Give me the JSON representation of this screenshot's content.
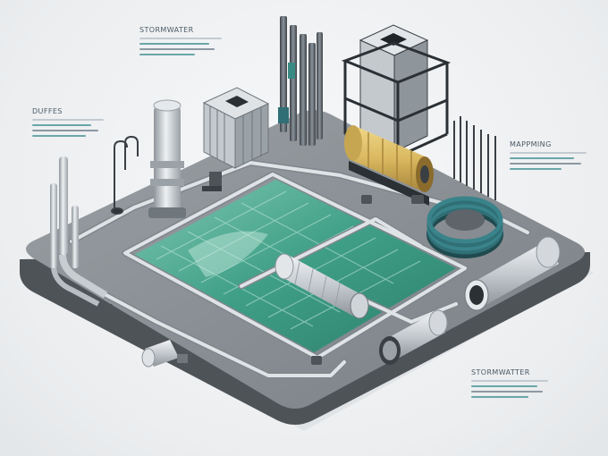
{
  "labels": {
    "top_left": "STORMWATER",
    "left": "DUFFES",
    "right": "MAPPMING",
    "bottom_right": "STORMWATTER"
  },
  "colors": {
    "background": "#eceef0",
    "platform": "#5f646a",
    "platform_top": "#8a8f94",
    "water": "#3f9f86",
    "pipe": "#c9ced3",
    "tank_yellow": "#d9b860",
    "hose_teal": "#2f6f75",
    "label_text": "#4b5a66",
    "accent_teal": "#6aa6a8"
  }
}
